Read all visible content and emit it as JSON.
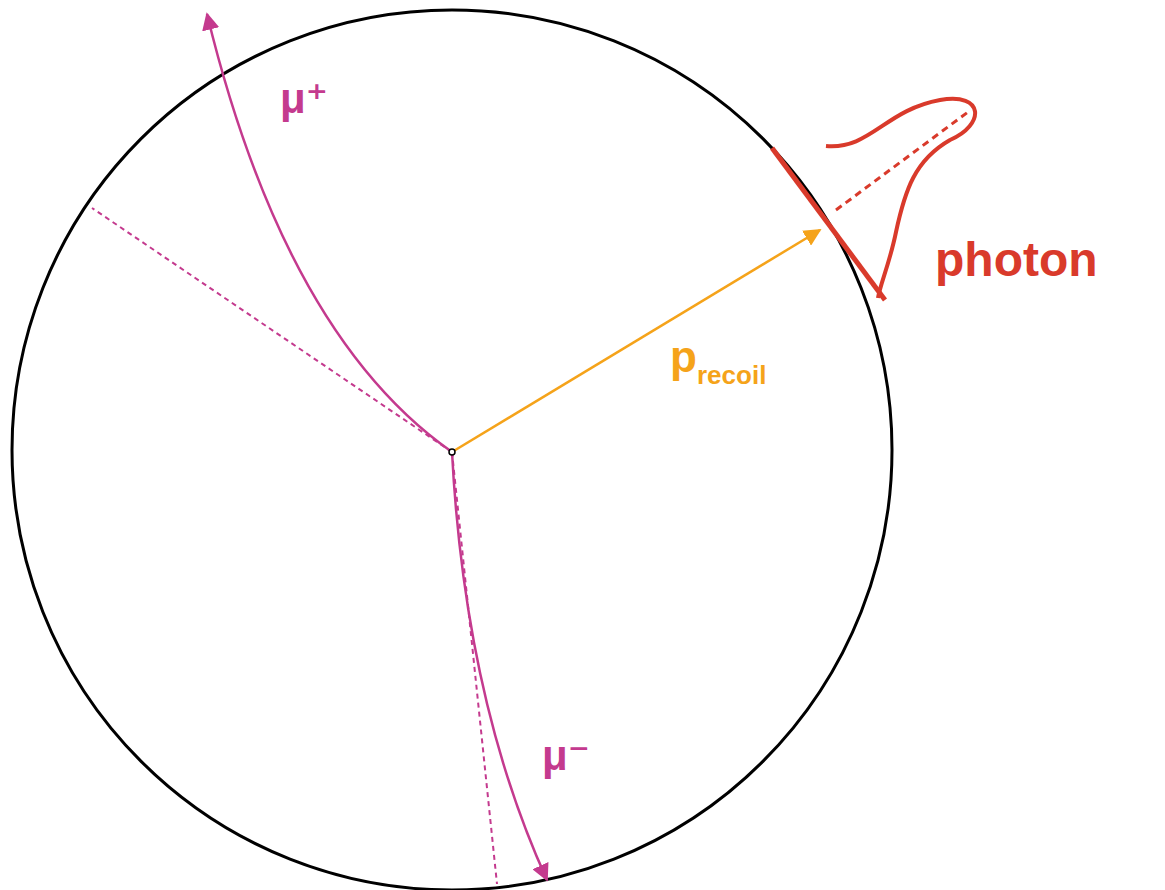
{
  "diagram": {
    "labels": [
      "μ⁺",
      "μ⁻",
      "p",
      "recoil",
      "photon"
    ]
  }
}
